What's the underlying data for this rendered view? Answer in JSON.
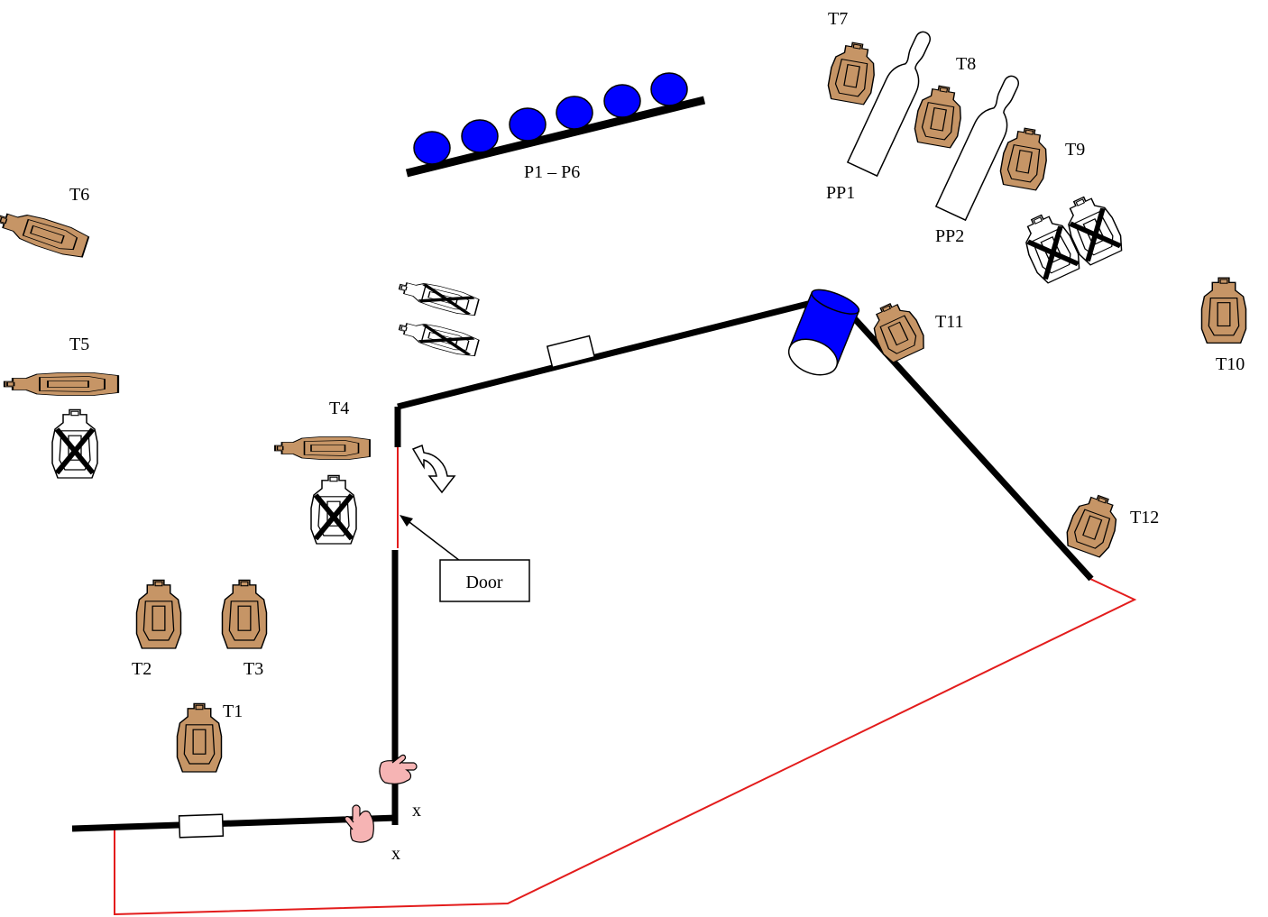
{
  "colors": {
    "target_fill": "#c69566",
    "wall": "#000000",
    "fault_line": "#e31c1c",
    "popper": "#0000ff",
    "hand": "#f6b4b4"
  },
  "targets": {
    "t1": "T1",
    "t2": "T2",
    "t3": "T3",
    "t4": "T4",
    "t5": "T5",
    "t6": "T6",
    "t7": "T7",
    "t8": "T8",
    "t9": "T9",
    "t10": "T10",
    "t11": "T11",
    "t12": "T12"
  },
  "poppers": {
    "label": "P1 – P6",
    "count": 6
  },
  "pepper_poppers": {
    "pp1": "PP1",
    "pp2": "PP2"
  },
  "door": {
    "label": "Door"
  },
  "start_marks": {
    "mark_a": "x",
    "mark_b": "x"
  },
  "icons": {
    "target": "ipsc-target-icon",
    "no_shoot": "no-shoot-target-icon",
    "popper": "popper-icon",
    "pepper_popper": "pepper-popper-icon",
    "barrel": "barrel-icon",
    "hand": "hand-icon",
    "rotate": "rotate-arrow-icon"
  }
}
